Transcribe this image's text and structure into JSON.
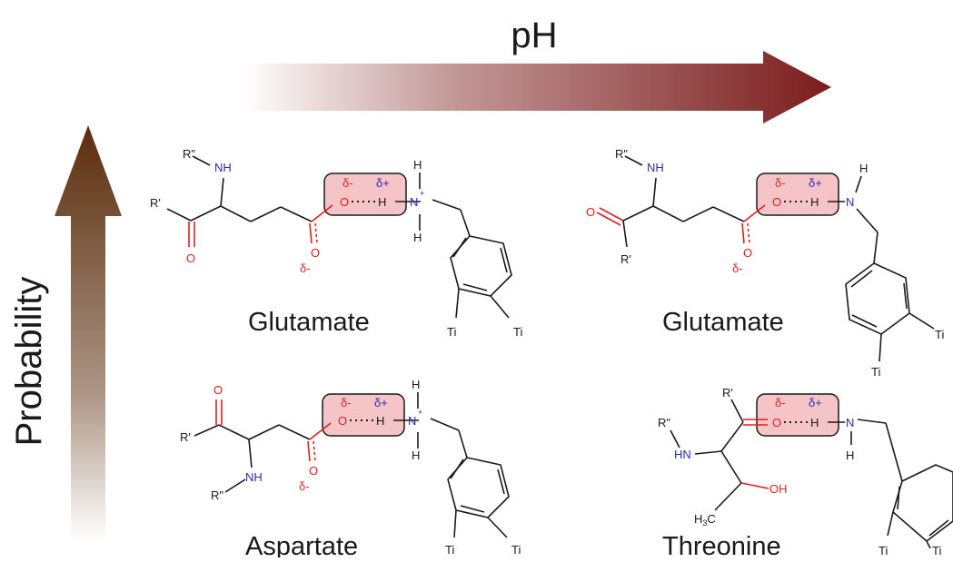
{
  "axes": {
    "x_label": "pH",
    "y_label": "Probability"
  },
  "atoms": {
    "R2": "R\"",
    "R1": "R'",
    "NH": "NH",
    "HN": "HN",
    "O": "O",
    "N": "N",
    "Nplus": "N",
    "plus": "+",
    "H": "H",
    "delta_minus": "δ-",
    "delta_plus": "δ+",
    "OH": "OH",
    "H3C_H": "H",
    "H3C_3": "3",
    "H3C_C": "C",
    "Ti": "Ti"
  },
  "panels": [
    {
      "name": "Glutamate",
      "position": "top-left"
    },
    {
      "name": "Glutamate",
      "position": "top-right"
    },
    {
      "name": "Aspartate",
      "position": "bottom-left"
    },
    {
      "name": "Threonine",
      "position": "bottom-right"
    }
  ],
  "colors": {
    "ph_arrow": "#7b1c1c",
    "probability_arrow": "#5a2d0c",
    "heteroatom_red": "#e0201c",
    "nitrogen_blue": "#2b2bb0",
    "hbond_highlight": "#f4c4c7",
    "bond": "#1a1a1a"
  }
}
